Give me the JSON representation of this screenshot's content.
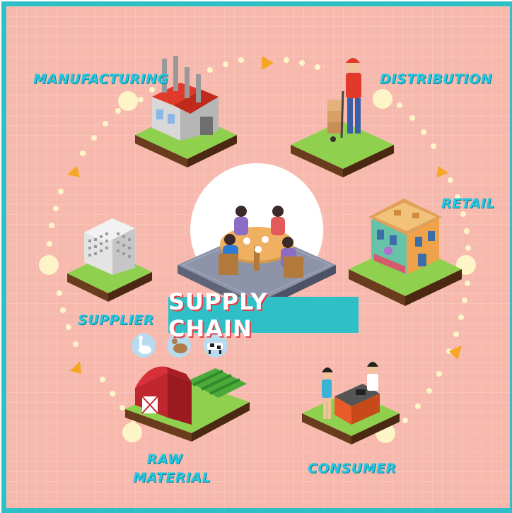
{
  "title": "SUPPLY CHAIN",
  "stages": {
    "manufacturing": "MANUFACTURING",
    "distribution": "DISTRIBUTION",
    "retail": "RETAIL",
    "consumer": "CONSUMER",
    "raw_material_line1": "RAW",
    "raw_material_line2": "MATERIAL",
    "supplier": "SUPPLIER"
  },
  "colors": {
    "background": "#f7b9ad",
    "border": "#2fc0c7",
    "label": "#23c7e0",
    "title_banner": "#2fc0c7",
    "dots": "#fdf5c8",
    "arrows": "#f6a623"
  },
  "icons": [
    "factory-icon",
    "delivery-worker-icon",
    "shop-building-icon",
    "checkout-counter-icon",
    "red-barn-icon",
    "goose-icon",
    "chicken-icon",
    "cow-icon",
    "apartment-building-icon",
    "meeting-table-icon"
  ]
}
